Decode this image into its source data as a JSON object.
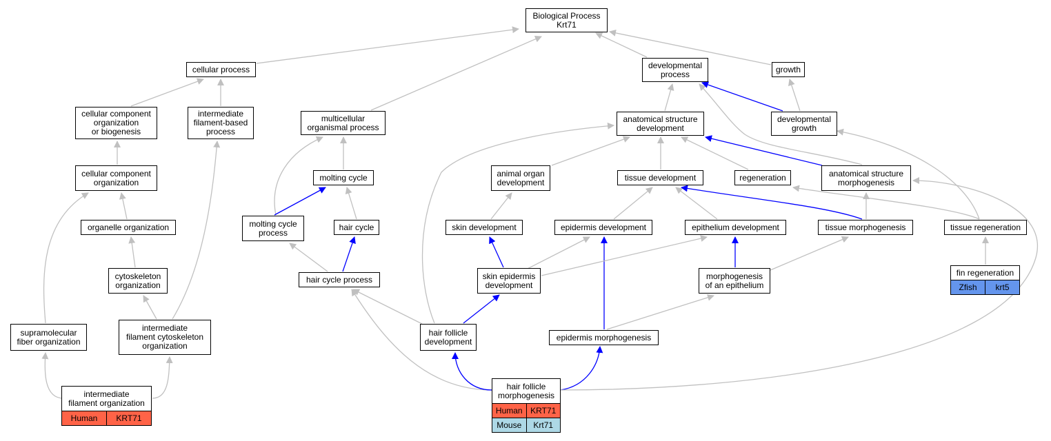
{
  "nodes": {
    "bp": "Biological Process\nKrt71",
    "cellular_process": "cellular process",
    "developmental_process": "developmental\nprocess",
    "growth": "growth",
    "ccob": "cellular component\norganization\nor biogenesis",
    "ifbp": "intermediate\nfilament-based\nprocess",
    "mop": "multicellular\norganismal process",
    "asd": "anatomical structure\ndevelopment",
    "dev_growth": "developmental\ngrowth",
    "cco": "cellular component\norganization",
    "molting_cycle": "molting cycle",
    "aod": "animal organ\ndevelopment",
    "tissue_dev": "tissue development",
    "regeneration": "regeneration",
    "asm": "anatomical structure\nmorphogenesis",
    "oo": "organelle organization",
    "mcp": "molting cycle\nprocess",
    "hair_cycle": "hair cycle",
    "skin_dev": "skin development",
    "epidermis_dev": "epidermis development",
    "epithelium_dev": "epithelium development",
    "tissue_morph": "tissue morphogenesis",
    "tissue_regen": "tissue regeneration",
    "co": "cytoskeleton\norganization",
    "hcp": "hair cycle process",
    "sed": "skin epidermis\ndevelopment",
    "moae": "morphogenesis\nof an epithelium",
    "fin_regen": "fin regeneration",
    "sfo": "supramolecular\nfiber organization",
    "ifco": "intermediate\nfilament cytoskeleton\norganization",
    "hfd": "hair follicle\ndevelopment",
    "epidermis_morph": "epidermis morphogenesis",
    "ifo": "intermediate\nfilament organization",
    "hfm": "hair follicle\nmorphogenesis"
  },
  "annotations": {
    "fin_regen": [
      {
        "species": "Zfish",
        "gene": "krt5"
      }
    ],
    "ifo": [
      {
        "species": "Human",
        "gene": "KRT71"
      }
    ],
    "hfm": [
      {
        "species": "Human",
        "gene": "KRT71"
      },
      {
        "species": "Mouse",
        "gene": "Krt71"
      }
    ]
  },
  "colors": {
    "edge_gray": "#c0c0c0",
    "edge_blue": "#0000ff",
    "human": "#ff6347",
    "mouse": "#add8e6",
    "zfish": "#6495ed"
  }
}
